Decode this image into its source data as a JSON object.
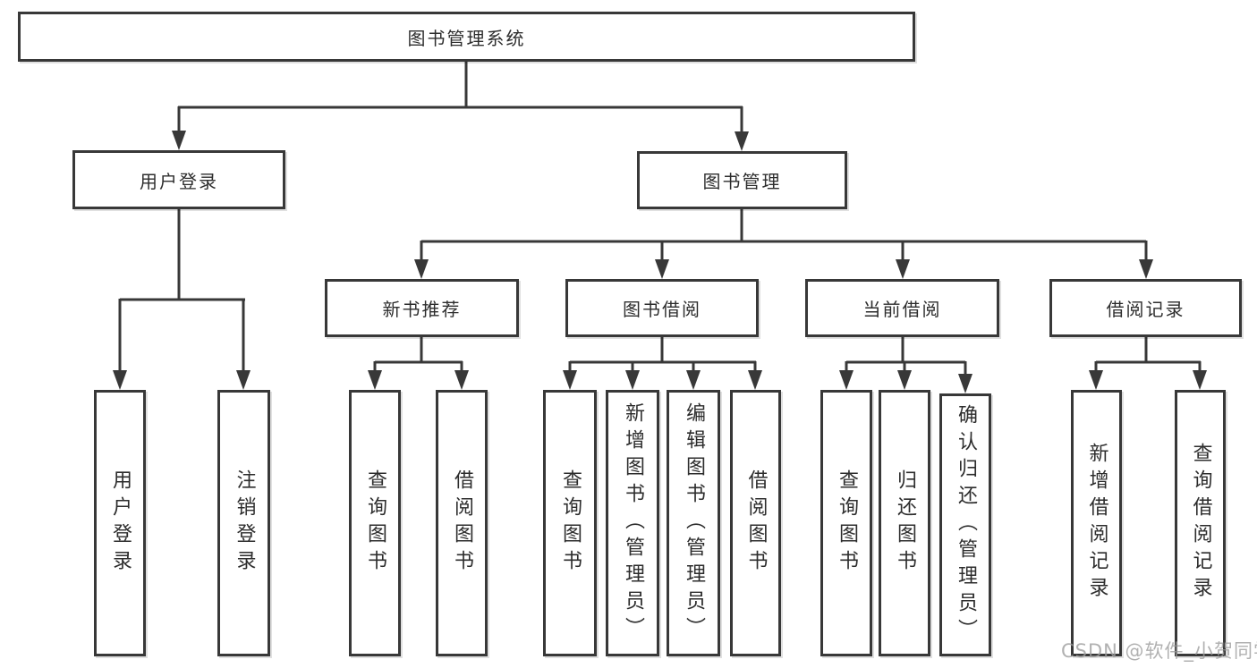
{
  "tree": {
    "root": {
      "label": "图书管理系统"
    },
    "branches": [
      {
        "label": "用户登录",
        "leaves": [
          "用户登录",
          "注销登录"
        ]
      },
      {
        "label": "图书管理",
        "sections": [
          {
            "label": "新书推荐",
            "leaves": [
              "查询图书",
              "借阅图书"
            ]
          },
          {
            "label": "图书借阅",
            "leaves": [
              "查询图书",
              "新增图书（管理员）",
              "编辑图书（管理员）",
              "借阅图书"
            ]
          },
          {
            "label": "当前借阅",
            "leaves": [
              "查询图书",
              "归还图书",
              "确认归还（管理员）"
            ]
          },
          {
            "label": "借阅记录",
            "leaves": [
              "新增借阅记录",
              "查询借阅记录"
            ]
          }
        ]
      }
    ]
  },
  "watermark": {
    "text": "CSDN @软件_小贺同学"
  },
  "colors": {
    "line": "#383838",
    "box_border": "#383838",
    "text": "#2d2d2d",
    "background": "#ffffff",
    "watermark": "#9e9e9e"
  }
}
